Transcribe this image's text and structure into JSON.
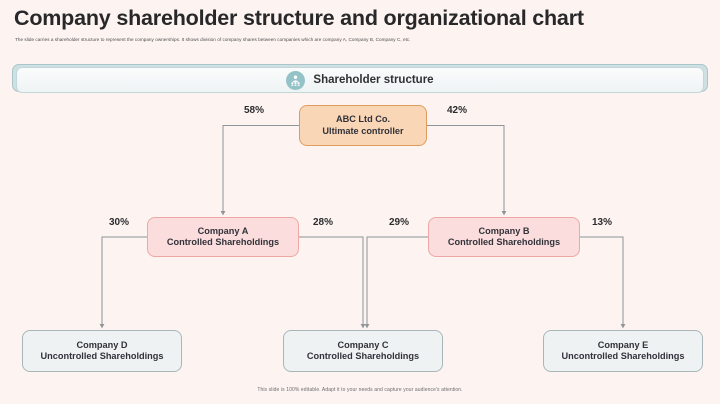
{
  "header": {
    "title": "Company shareholder structure and organizational chart",
    "subtitle": "The slide carries a shareholder structure to represent the company ownerships. It shows division of company shares between companies which are company A, Company B, Company C, etc."
  },
  "banner": {
    "label": "Shareholder structure",
    "icon": "people-group-icon",
    "icon_color": "#93c2c7"
  },
  "chart_data": {
    "type": "diagram",
    "title": "Shareholder structure",
    "nodes": [
      {
        "id": "root",
        "line1": "ABC Ltd Co.",
        "line2": "Ultimate controller",
        "level": 0,
        "fill": "#f9d6b6",
        "stroke": "#e09c5e"
      },
      {
        "id": "a",
        "line1": "Company A",
        "line2": "Controlled Shareholdings",
        "level": 1,
        "fill": "#fadddc",
        "stroke": "#eda8a6"
      },
      {
        "id": "b",
        "line1": "Company B",
        "line2": "Controlled Shareholdings",
        "level": 1,
        "fill": "#fadddc",
        "stroke": "#eda8a6"
      },
      {
        "id": "d",
        "line1": "Company D",
        "line2": "Uncontrolled Shareholdings",
        "level": 2,
        "fill": "#eef2f3",
        "stroke": "#a8b6ba"
      },
      {
        "id": "c",
        "line1": "Company C",
        "line2": "Controlled Shareholdings",
        "level": 2,
        "fill": "#eef2f3",
        "stroke": "#a8b6ba"
      },
      {
        "id": "e",
        "line1": "Company E",
        "line2": "Uncontrolled Shareholdings",
        "level": 2,
        "fill": "#eef2f3",
        "stroke": "#a8b6ba"
      }
    ],
    "edges": [
      {
        "from": "root",
        "to": "a",
        "label": "58%"
      },
      {
        "from": "root",
        "to": "b",
        "label": "42%"
      },
      {
        "from": "a",
        "to": "d",
        "label": "30%"
      },
      {
        "from": "a",
        "to": "c",
        "label": "28%"
      },
      {
        "from": "b",
        "to": "c",
        "label": "29%"
      },
      {
        "from": "b",
        "to": "e",
        "label": "13%"
      }
    ],
    "percentages": {
      "root_to_a": "58%",
      "root_to_b": "42%",
      "a_to_d": "30%",
      "a_to_c": "28%",
      "b_to_c": "29%",
      "b_to_e": "13%"
    }
  },
  "footer": {
    "note": "This slide is 100% editable. Adapt it to your needs and capture your audience's attention."
  }
}
